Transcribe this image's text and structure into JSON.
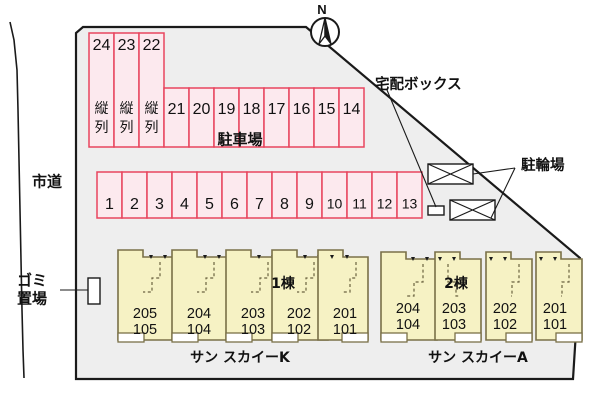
{
  "site": {
    "background_color": "#ffffff",
    "lot_fill": "#eeeeee",
    "lot_stroke": "#1a1a1a",
    "parking_fill": "#fce9ee",
    "parking_stroke": "#e8455e",
    "building_fill": "#f6f2c4",
    "building_stroke": "#7a7048",
    "text_color": "#111111"
  },
  "compass": {
    "label": "N",
    "name": "north-arrow"
  },
  "labels": {
    "city_road": "市道",
    "garbage_area_line1": "ゴミ",
    "garbage_area_line2": "置場",
    "parking_lot": "駐車場",
    "delivery_box": "宅配ボックス",
    "bicycle_parking": "駐輪場"
  },
  "parking": {
    "tandem_text": "縦列",
    "tandem_chars": [
      "縦",
      "列"
    ],
    "upper_tandem_stalls": [
      "24",
      "23",
      "22"
    ],
    "upper_row_stalls": [
      "21",
      "20",
      "19",
      "18",
      "17",
      "16",
      "15",
      "14"
    ],
    "lower_row_stalls": [
      "1",
      "2",
      "3",
      "4",
      "5",
      "6",
      "7",
      "8",
      "9",
      "10",
      "11",
      "12",
      "13"
    ]
  },
  "buildings": [
    {
      "tag": "1棟",
      "name": "サン スカイーK",
      "units": [
        {
          "upper": "205",
          "lower": "105"
        },
        {
          "upper": "204",
          "lower": "104"
        },
        {
          "upper": "203",
          "lower": "103"
        },
        {
          "upper": "202",
          "lower": "102"
        },
        {
          "upper": "201",
          "lower": "101"
        }
      ]
    },
    {
      "tag": "2棟",
      "name": "サン スカイーA",
      "units": [
        {
          "upper": "204",
          "lower": "104"
        },
        {
          "upper": "203",
          "lower": "103"
        },
        {
          "upper": "202",
          "lower": "102"
        },
        {
          "upper": "201",
          "lower": "101"
        }
      ]
    }
  ],
  "facilities": {
    "bicycle_lot_1": "駐輪場",
    "bicycle_lot_2": "駐輪場",
    "delivery_box_box": "宅配ボックス",
    "garbage_box": "ゴミ置場"
  }
}
